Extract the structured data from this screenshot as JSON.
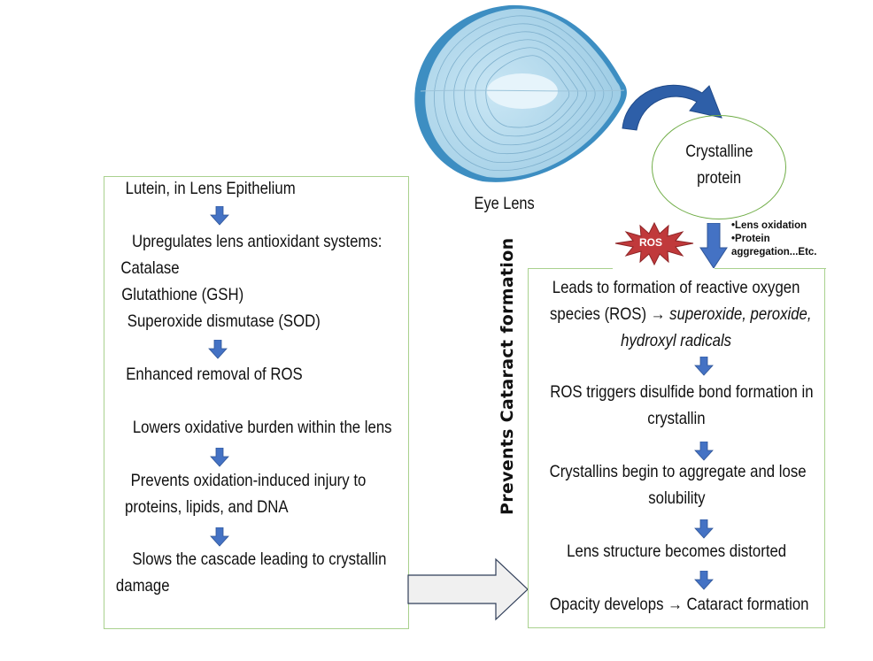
{
  "diagram": {
    "lens_label": "Eye Lens",
    "crystalline_circle": {
      "line1": "Crystalline",
      "line2": "protein"
    },
    "ros_badge": "ROS",
    "side_bullets": [
      "•Lens oxidation",
      "•Protein",
      "aggregation...Etc."
    ],
    "vertical_label": "Prevents Cataract formation",
    "left_box": {
      "lines": [
        "Lutein, in Lens Epithelium",
        "Upregulates lens antioxidant systems:",
        " Catalase",
        "Glutathione (GSH)",
        "Superoxide dismutase (SOD)",
        "Enhanced removal of ROS",
        "Lowers oxidative burden within the lens",
        "Prevents oxidation-induced injury to",
        "proteins, lipids, and DNA",
        "Slows the cascade leading to crystallin",
        "damage"
      ]
    },
    "right_box": {
      "step1_line1": "Leads to formation of reactive oxygen",
      "step1_line2_plain": "species (ROS) → ",
      "step1_line2_italic": "superoxide, peroxide,",
      "step1_line3_italic": "hydroxyl radicals",
      "step2_line1": "ROS triggers disulfide bond formation in",
      "step2_line2": "crystallin",
      "step3_line1": "Crystallins begin to aggregate and lose",
      "step3_line2": "solubility",
      "step4": "Lens structure becomes distorted",
      "step5": "Opacity develops → Cataract formation"
    },
    "colors": {
      "box_border": "#a9d18e",
      "arrow_blue": "#4472c4",
      "ros_red": "#c0393b",
      "lens_blue": "#9fcde6",
      "circle_border": "#70ad47"
    }
  }
}
